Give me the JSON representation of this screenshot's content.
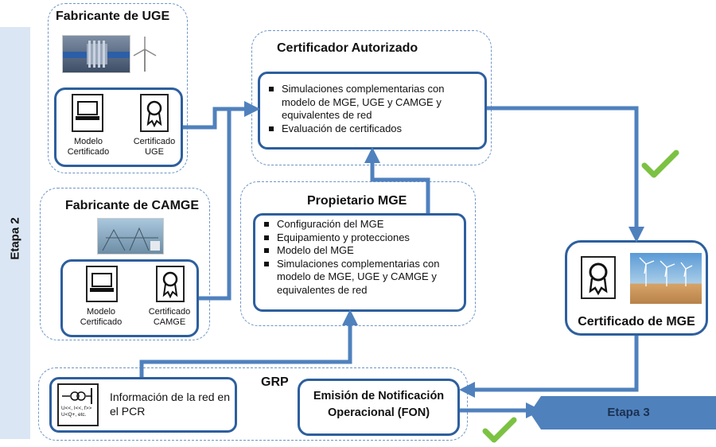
{
  "stage_left": {
    "label": "Etapa 2"
  },
  "stage_right": {
    "label": "Etapa 3"
  },
  "fabricante_uge": {
    "title": "Fabricante de UGE",
    "doc1": "Modelo Certificado",
    "doc2": "Certificado UGE"
  },
  "fabricante_camge": {
    "title": "Fabricante de CAMGE",
    "doc1": "Modelo Certificado",
    "doc2": "Certificado CAMGE"
  },
  "certificador": {
    "title": "Certificador Autorizado",
    "items": [
      "Simulaciones complementarias con modelo de MGE, UGE y CAMGE y equivalentes de red",
      "Evaluación de certificados"
    ]
  },
  "propietario": {
    "title": "Propietario MGE",
    "items": [
      "Configuración del MGE",
      "Equipamiento y protecciones",
      "Modelo del MGE",
      "Simulaciones complementarias con modelo de MGE, UGE y CAMGE y equivalentes de red"
    ]
  },
  "certificado_mge": {
    "title": "Certificado de MGE"
  },
  "grp": {
    "title": "GRP",
    "info": "Información de la red en el PCR",
    "fon": "Emisión de Notificación Operacional (FON)",
    "icon_text1": "U<<, I<<, f>>",
    "icon_text2": "U<Q+, etc."
  },
  "colors": {
    "accent": "#2d5f9e",
    "arrow": "#4f81bd",
    "dash": "#6d95c6",
    "check": "#7cc242"
  },
  "icons": [
    "turbine-photo",
    "wind-turbine-icon",
    "substation-photo",
    "laptop-icon",
    "certificate-icon",
    "wind-farm-photo",
    "checkmark-icon",
    "breaker-icon"
  ]
}
